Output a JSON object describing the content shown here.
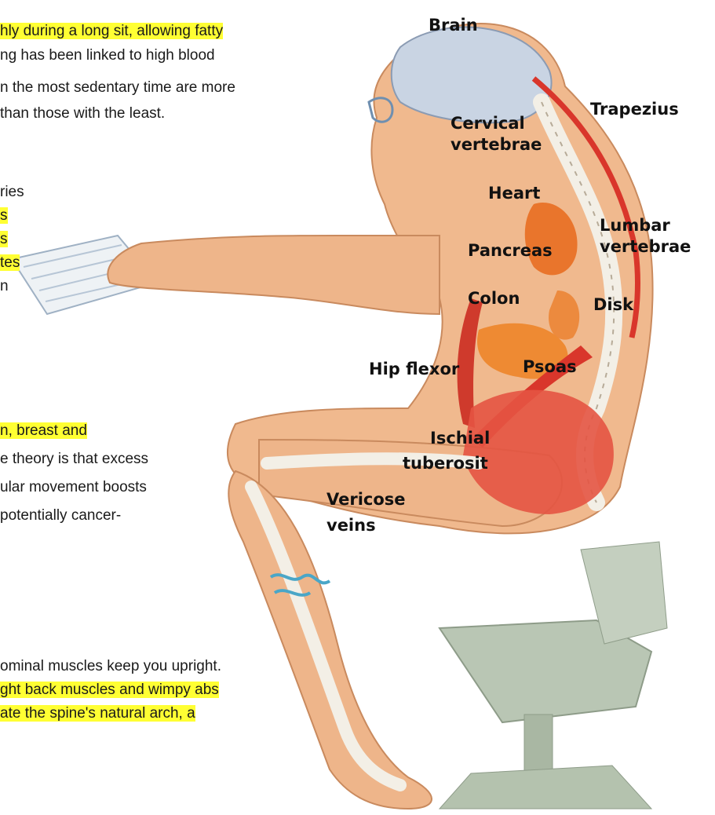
{
  "text_lines": [
    {
      "text": "hly during a long sit, allowing fatty",
      "highlight": true
    },
    {
      "text": "ng has been linked to high blood",
      "highlight": false
    },
    {
      "text": "n the most sedentary time are more",
      "highlight": false
    },
    {
      "text": "than those with the least.",
      "highlight": false
    },
    {
      "text": "ries",
      "highlight": false
    },
    {
      "text": "s",
      "highlight": true
    },
    {
      "text": "s",
      "highlight": true
    },
    {
      "text": "tes",
      "highlight": true
    },
    {
      "text": "n",
      "highlight": false
    },
    {
      "text": "n, breast and",
      "highlight": true
    },
    {
      "text": "e theory is that excess",
      "highlight": false
    },
    {
      "text": "ular movement boosts",
      "highlight": false
    },
    {
      "text": "potentially cancer-",
      "highlight": false
    },
    {
      "text": "ominal muscles keep you upright.",
      "highlight": false
    },
    {
      "text": "ght back muscles and wimpy abs",
      "highlight": true
    },
    {
      "text": "ate the spine's natural arch, a",
      "highlight": true
    }
  ],
  "labels": {
    "brain": "Brain",
    "trapezius": "Trapezius",
    "cervical_1": "Cervical",
    "cervical_2": "vertebrae",
    "heart": "Heart",
    "lumbar_1": "Lumbar",
    "lumbar_2": "vertebrae",
    "pancreas": "Pancreas",
    "colon": "Colon",
    "disk": "Disk",
    "hip_flexor": "Hip flexor",
    "psoas": "Psoas",
    "ischial_1": "Ischial",
    "ischial_2": "tuberosit",
    "vericose_1": "Vericose",
    "vericose_2": "veins"
  },
  "colors": {
    "highlight": "#ffff33",
    "skin": "#f0b98e",
    "muscle": "#d9362b",
    "organ": "#e9752c",
    "bone": "#f3efe6",
    "chair": "#b9c6b4"
  }
}
